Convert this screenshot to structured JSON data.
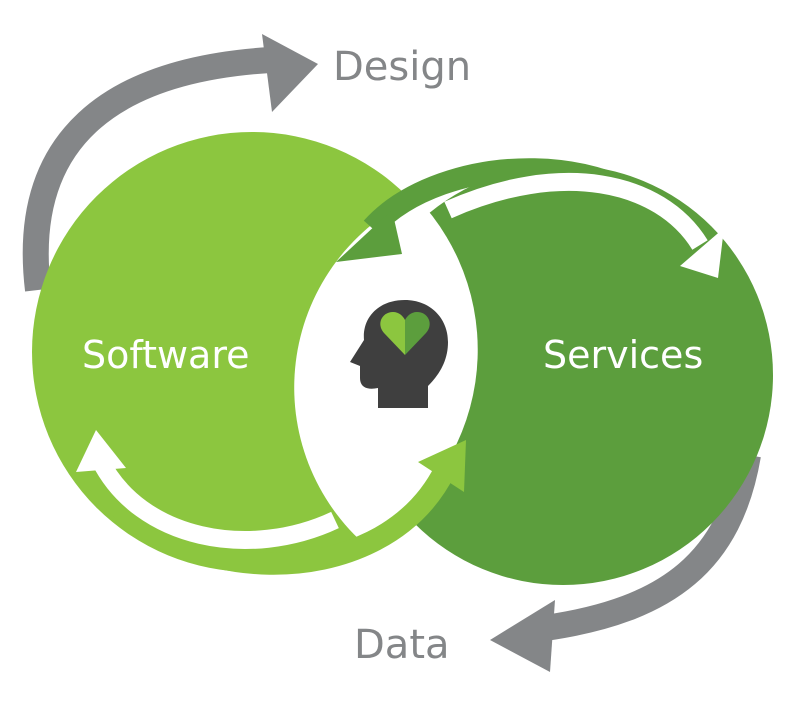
{
  "diagram": {
    "labels": {
      "design": "Design",
      "software": "Software",
      "services": "Services",
      "data": "Data"
    },
    "icons": {
      "center": "head-with-heart-icon"
    },
    "colors": {
      "software": "#8CC63F",
      "services": "#5C9E3D",
      "grey_arrow": "#848688",
      "white_arrow": "#ffffff",
      "head": "#3F3F3F",
      "heart_light": "#8CC63F",
      "heart_dark": "#5C9E3D",
      "label_grey": "#848688"
    }
  }
}
